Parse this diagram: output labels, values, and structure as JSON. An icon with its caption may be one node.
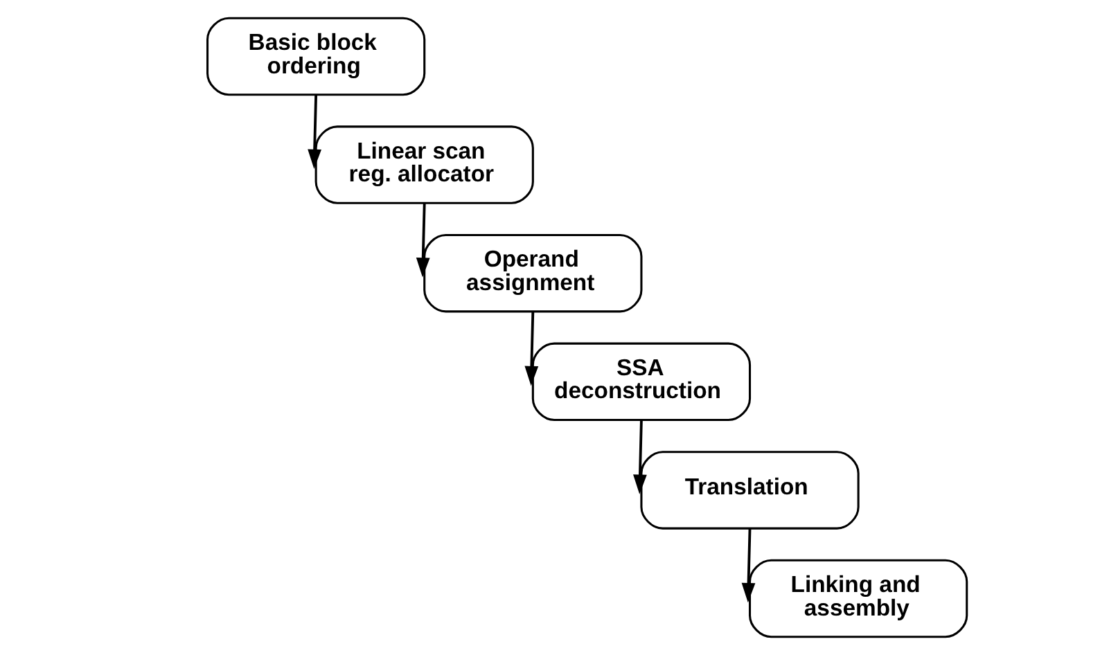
{
  "diagram": {
    "nodes": [
      {
        "text": [
          "Basic block ordering"
        ]
      },
      {
        "text": [
          "Linear scan reg. allocator"
        ]
      },
      {
        "text": [
          "Operand assignment"
        ]
      },
      {
        "text": [
          "SSA deconstruction"
        ]
      },
      {
        "text": [
          "Translation"
        ]
      },
      {
        "text": [
          "Linking and assembly"
        ]
      }
    ],
    "edges": [
      {
        "from": 0,
        "to": 1,
        "arrow": "to"
      },
      {
        "from": 1,
        "to": 2,
        "arrow": "to"
      },
      {
        "from": 2,
        "to": 3,
        "arrow": "to"
      },
      {
        "from": 3,
        "to": 4,
        "arrow": "to"
      },
      {
        "from": 4,
        "to": 5,
        "arrow": "to"
      }
    ]
  }
}
